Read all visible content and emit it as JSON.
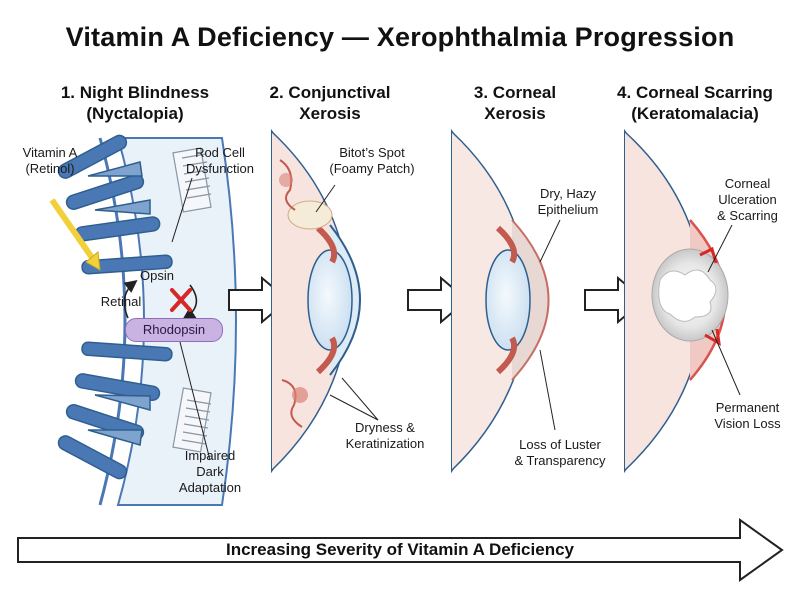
{
  "title": "Vitamin A Deficiency — Xerophthalmia Progression",
  "stages": [
    {
      "line1": "1. Night Blindness",
      "line2": "(Nyctalopia)"
    },
    {
      "line1": "2. Conjunctival",
      "line2": "Xerosis"
    },
    {
      "line1": "3. Corneal",
      "line2": "Xerosis"
    },
    {
      "line1": "4. Corneal Scarring",
      "line2": "(Keratomalacia)"
    }
  ],
  "stage1": {
    "vitamin_a": [
      "Vitamin A",
      "(Retinol)"
    ],
    "rod_cell": [
      "Rod Cell",
      "Dysfunction"
    ],
    "opsin": "Opsin",
    "retinal": "Retinal",
    "rhodopsin": "Rhodopsin",
    "impaired": [
      "Impaired",
      "Dark",
      "Adaptation"
    ]
  },
  "stage2": {
    "bitot": [
      "Bitot’s Spot",
      "(Foamy Patch)"
    ],
    "dryness": [
      "Dryness &",
      "Keratinization"
    ]
  },
  "stage3": {
    "dry_hazy": [
      "Dry, Hazy",
      "Epithelium"
    ],
    "loss_luster": [
      "Loss of Luster",
      "& Transparency"
    ]
  },
  "stage4": {
    "ulceration": [
      "Corneal",
      "Ulceration",
      "& Scarring"
    ],
    "permanent": [
      "Permanent",
      "Vision Loss"
    ]
  },
  "bottom_label": "Increasing Severity of Vitamin A Deficiency",
  "colors": {
    "retina_blue": "#4a78b5",
    "eye_outline": "#2e5f8f",
    "tissue_red": "#d9534f",
    "arrow_yellow": "#f2d03a",
    "rhodopsin_purple": "#c9b3e3",
    "red_x": "#d62828"
  }
}
